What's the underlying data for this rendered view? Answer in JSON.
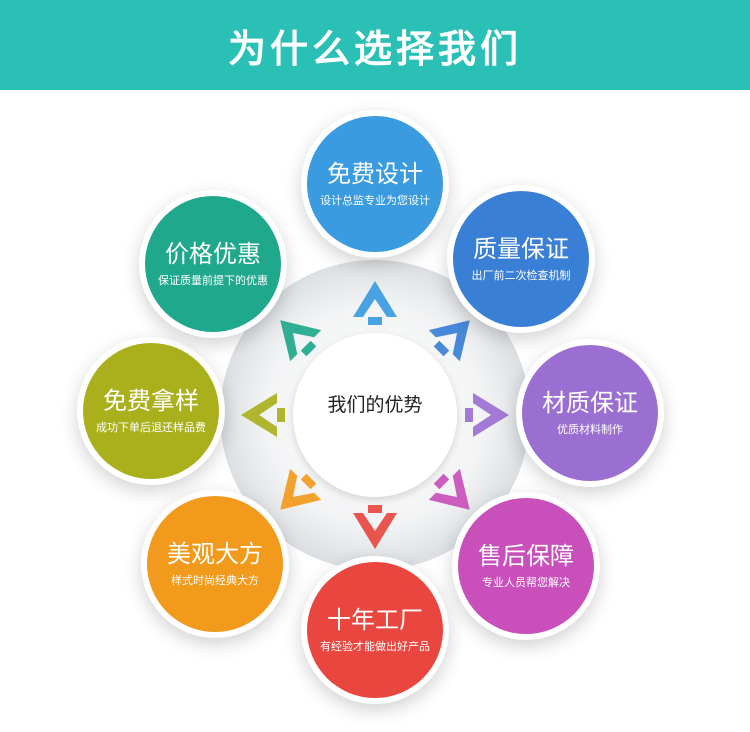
{
  "header": {
    "title": "为什么选择我们"
  },
  "center": {
    "label": "我们的优势"
  },
  "items": [
    {
      "title": "免费设计",
      "subtitle": "设计总监专业为您设计",
      "color": "#3a9be0"
    },
    {
      "title": "质量保证",
      "subtitle": "出厂前二次检查机制",
      "color": "#3a7fd6"
    },
    {
      "title": "材质保证",
      "subtitle": "优质材料制作",
      "color": "#9b6fd2"
    },
    {
      "title": "售后保障",
      "subtitle": "专业人员帮您解决",
      "color": "#c94fba"
    },
    {
      "title": "十年工厂",
      "subtitle": "有经验才能做出好产品",
      "color": "#e8463f"
    },
    {
      "title": "美观大方",
      "subtitle": "样式时尚经典大方",
      "color": "#f29a1c"
    },
    {
      "title": "免费拿样",
      "subtitle": "成功下单后退还样品费",
      "color": "#a9b01c"
    },
    {
      "title": "价格优惠",
      "subtitle": "保证质量前提下的优惠",
      "color": "#1fa88c"
    }
  ]
}
